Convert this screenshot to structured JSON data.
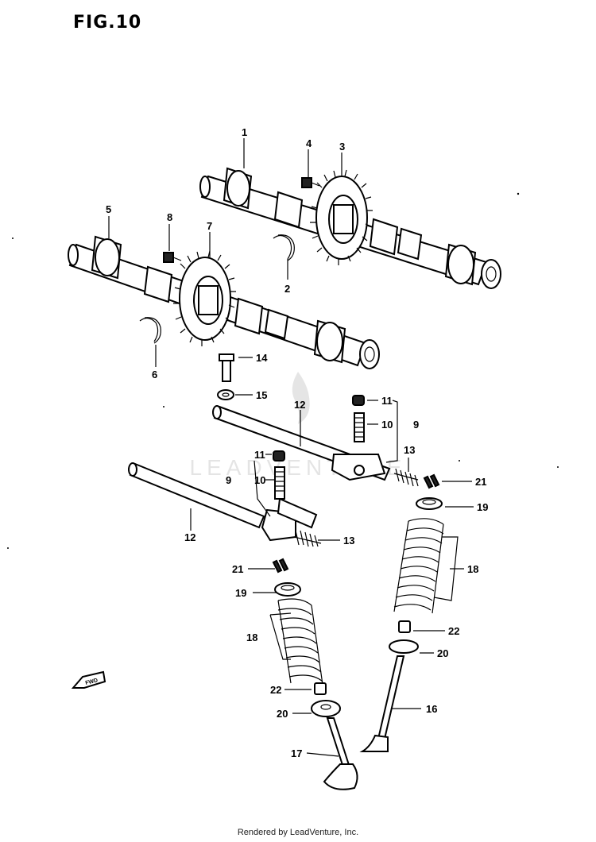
{
  "figure": {
    "title": "FIG.10"
  },
  "footer": {
    "text": "Rendered by LeadVenture, Inc."
  },
  "watermark": {
    "text": "LEADVENTURE"
  },
  "fwd_label": "FWD",
  "callouts": {
    "c1": "1",
    "c2": "2",
    "c3": "3",
    "c4": "4",
    "c5": "5",
    "c6": "6",
    "c7": "7",
    "c8": "8",
    "c9a": "9",
    "c9b": "9",
    "c10a": "10",
    "c10b": "10",
    "c11a": "11",
    "c11b": "11",
    "c12a": "12",
    "c12b": "12",
    "c13a": "13",
    "c13b": "13",
    "c14": "14",
    "c15": "15",
    "c16": "16",
    "c17": "17",
    "c18a": "18",
    "c18b": "18",
    "c19a": "19",
    "c19b": "19",
    "c20a": "20",
    "c20b": "20",
    "c21a": "21",
    "c21b": "21",
    "c22a": "22",
    "c22b": "22"
  }
}
